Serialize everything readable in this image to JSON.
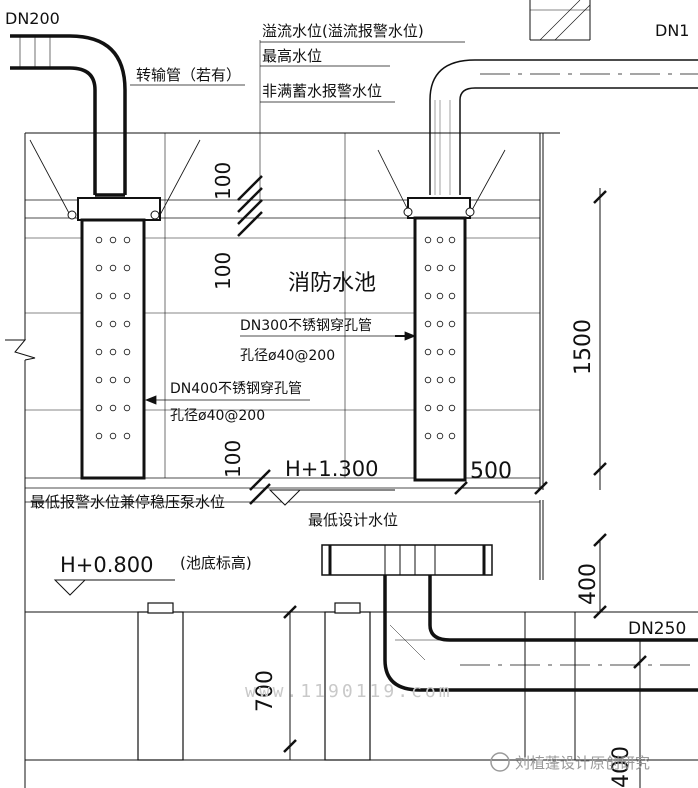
{
  "labels": {
    "dn200": "DN200",
    "dn1": "DN1",
    "dn250": "DN250",
    "transfer_pipe": "转输管（若有）",
    "overflow_level": "溢流水位(溢流报警水位)",
    "highest_level": "最高水位",
    "not_full_alarm": "非满蓄水报警水位",
    "fire_pool": "消防水池",
    "dn300_pipe": "DN300不锈钢穿孔管",
    "hole_300": "孔径ø40@200",
    "dn400_pipe": "DN400不锈钢穿孔管",
    "hole_400": "孔径ø40@200",
    "lowest_alarm": "最低报警水位兼停稳压泵水位",
    "lowest_design": "最低设计水位",
    "elev_1300": "H+1.300",
    "elev_0800": "H+0.800",
    "pool_bottom": "(池底标高)"
  },
  "dimensions": {
    "d100_top": "100",
    "d100_mid": "100",
    "d100_low": "100",
    "d1500": "1500",
    "d500": "500",
    "d400": "400",
    "d700": "700",
    "d400_bottom": "400"
  },
  "watermark": {
    "site": "www.1190119.com",
    "brand": "刘植蓬设计原创研究"
  }
}
